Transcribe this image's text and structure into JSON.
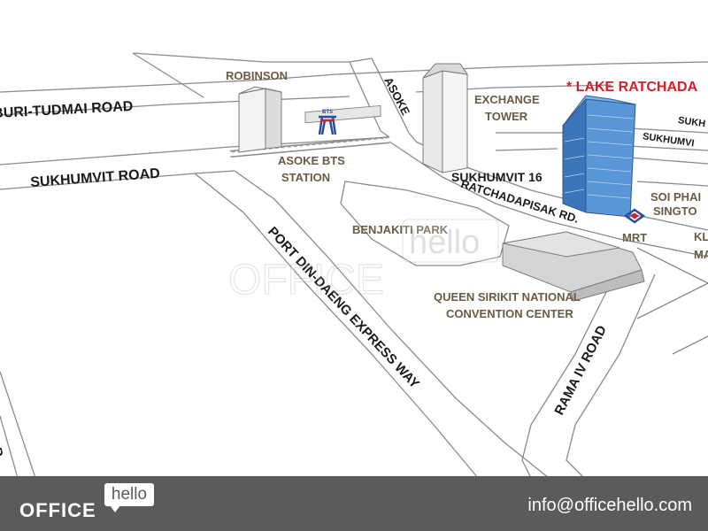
{
  "roads": {
    "tudmai": "BURI-TUDMAI ROAD",
    "sukhumvit": "SUKHUMVIT ROAD",
    "asoke": "ASOKE",
    "sukhumvit16": "SUKHUMVIT 16",
    "ratchadapisak": "RATCHADAPISAK RD.",
    "port": "PORT DIN-DAENG EXPRESS WAY",
    "rama4": "RAMA IV ROAD",
    "left_edge": "D"
  },
  "places": {
    "robinson": "ROBINSON",
    "exchange_line1": "EXCHANGE",
    "exchange_line2": "TOWER",
    "bts_line1": "ASOKE BTS",
    "bts_line2": "STATION",
    "benjakiti": "BENJAKITI PARK",
    "qsncc_line1": "QUEEN SIRIKIT NATIONAL",
    "qsncc_line2": "CONVENTION CENTER",
    "mrt": "MRT",
    "soi_line1": "SOI PHAI",
    "soi_line2": "SINGTO",
    "kl_line1": "KL",
    "kl_line2": "MA",
    "sukhumvit_right_1": "SUKH",
    "sukhumvit_right_2": "SUKHUMVI"
  },
  "highlight": {
    "label": "* LAKE RATCHADA",
    "color": "#d0202a",
    "building_color": "#4a86c8"
  },
  "watermark": {
    "office": "OFFICE",
    "hello": "hello"
  },
  "footer": {
    "brand": "OFFICE",
    "badge": "hello",
    "email": "info@officehello.com"
  },
  "icons": [
    "bts-logo-icon",
    "mrt-logo-icon"
  ]
}
